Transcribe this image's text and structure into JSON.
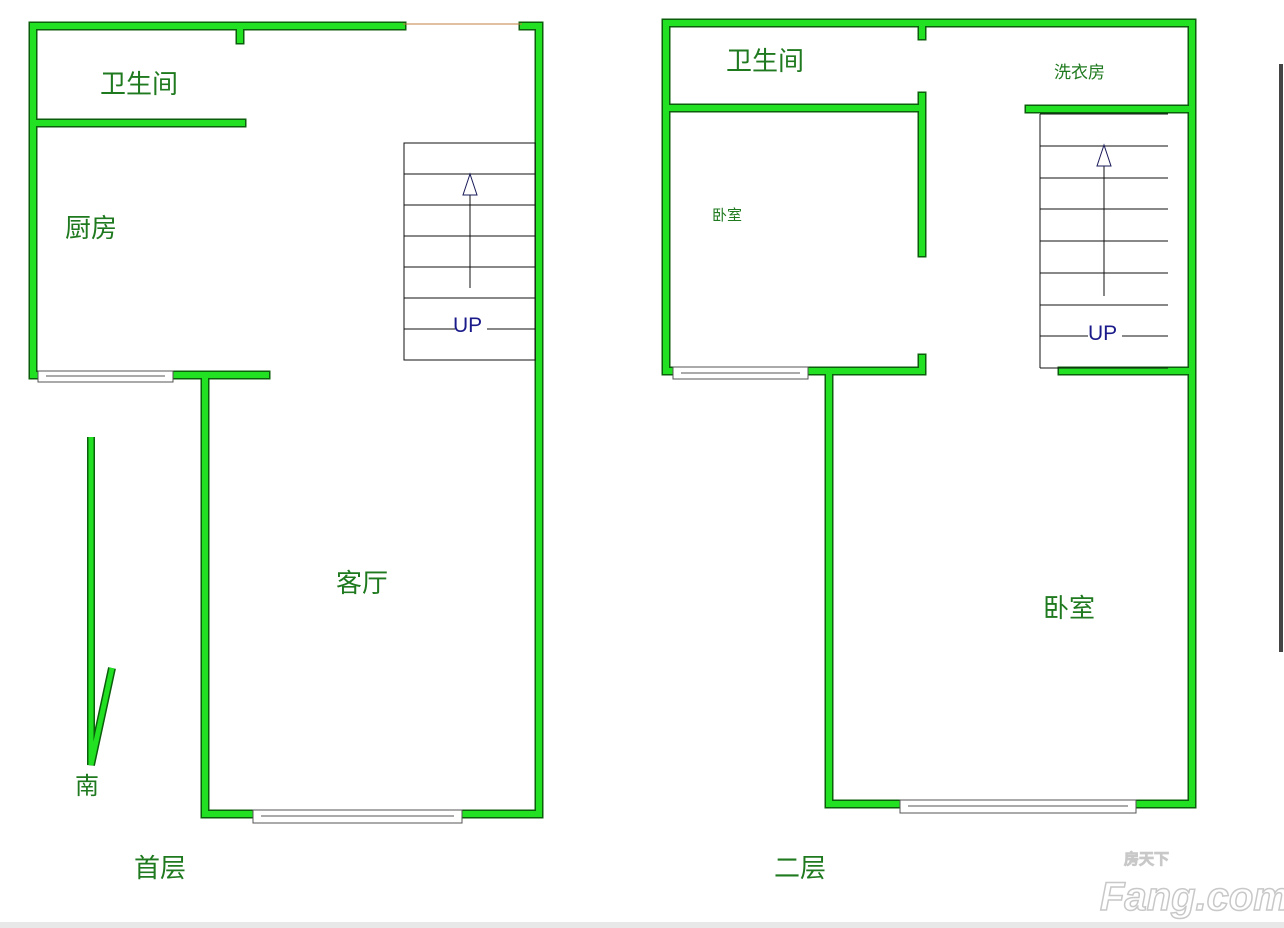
{
  "floor1": {
    "title": "首层",
    "rooms": {
      "bathroom": "卫生间",
      "kitchen": "厨房",
      "living_room": "客厅"
    },
    "stair_label": "UP",
    "compass": "南"
  },
  "floor2": {
    "title": "二层",
    "rooms": {
      "bathroom": "卫生间",
      "laundry": "洗衣房",
      "bedroom_small": "卧室",
      "bedroom_large": "卧室"
    },
    "stair_label": "UP"
  },
  "watermark": {
    "brand": "Fang.com",
    "brand_cn": "房天下"
  },
  "colors": {
    "wall": "#22e022",
    "wall_outline": "#0b5e0b",
    "label": "#1f7a1f",
    "stair_text": "#1a1a8a"
  }
}
